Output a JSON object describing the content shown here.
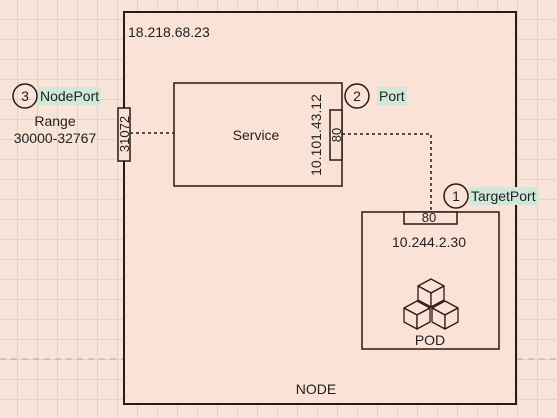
{
  "node": {
    "ip": "18.218.68.23",
    "label": "NODE"
  },
  "service": {
    "label": "Service",
    "cluster_ip": "10.101.43.12",
    "port": "80"
  },
  "nodeport": {
    "number": "3",
    "label": "NodePort",
    "range_label": "Range",
    "range_value": "30000-32767",
    "port": "31072"
  },
  "port": {
    "number": "2",
    "label": "Port"
  },
  "targetport": {
    "number": "1",
    "label": "TargetPort"
  },
  "pod": {
    "ip": "10.244.2.30",
    "port": "80",
    "label": "POD",
    "icon": "cubes-icon"
  },
  "colors": {
    "background": "#f9e4da",
    "stroke": "#2b1a14",
    "label_highlight": "#cfe8d8"
  }
}
